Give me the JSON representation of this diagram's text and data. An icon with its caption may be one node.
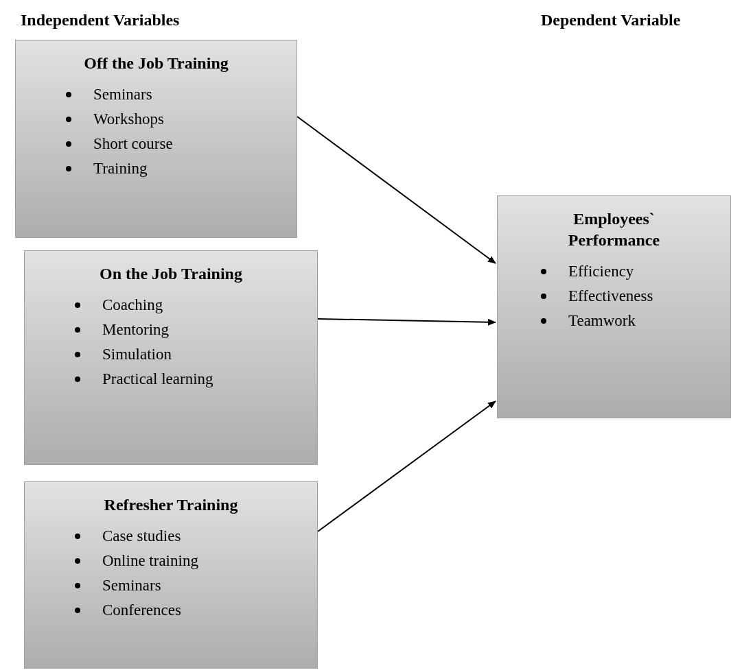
{
  "diagram": {
    "nodes": [
      {
        "text": [
          "Off the Job Training",
          "Seminars",
          "Workshops",
          "Short course",
          "Training"
        ]
      },
      {
        "text": [
          "On the Job Training",
          "Coaching",
          "Mentoring",
          "Simulation",
          "Practical learning"
        ]
      },
      {
        "text": [
          "Refresher Training",
          "Case studies",
          "Online training",
          "Seminars",
          "Conferences"
        ]
      },
      {
        "text": [
          "Employees` Performance",
          "Efficiency",
          "Effectiveness",
          "Teamwork"
        ]
      }
    ],
    "edges": [
      {
        "from": 0,
        "to": 3,
        "arrow": "to"
      },
      {
        "from": 1,
        "to": 3,
        "arrow": "to"
      },
      {
        "from": 2,
        "to": 3,
        "arrow": "to"
      }
    ],
    "labels": [
      "Independent Variables",
      "Dependent Variable"
    ]
  }
}
